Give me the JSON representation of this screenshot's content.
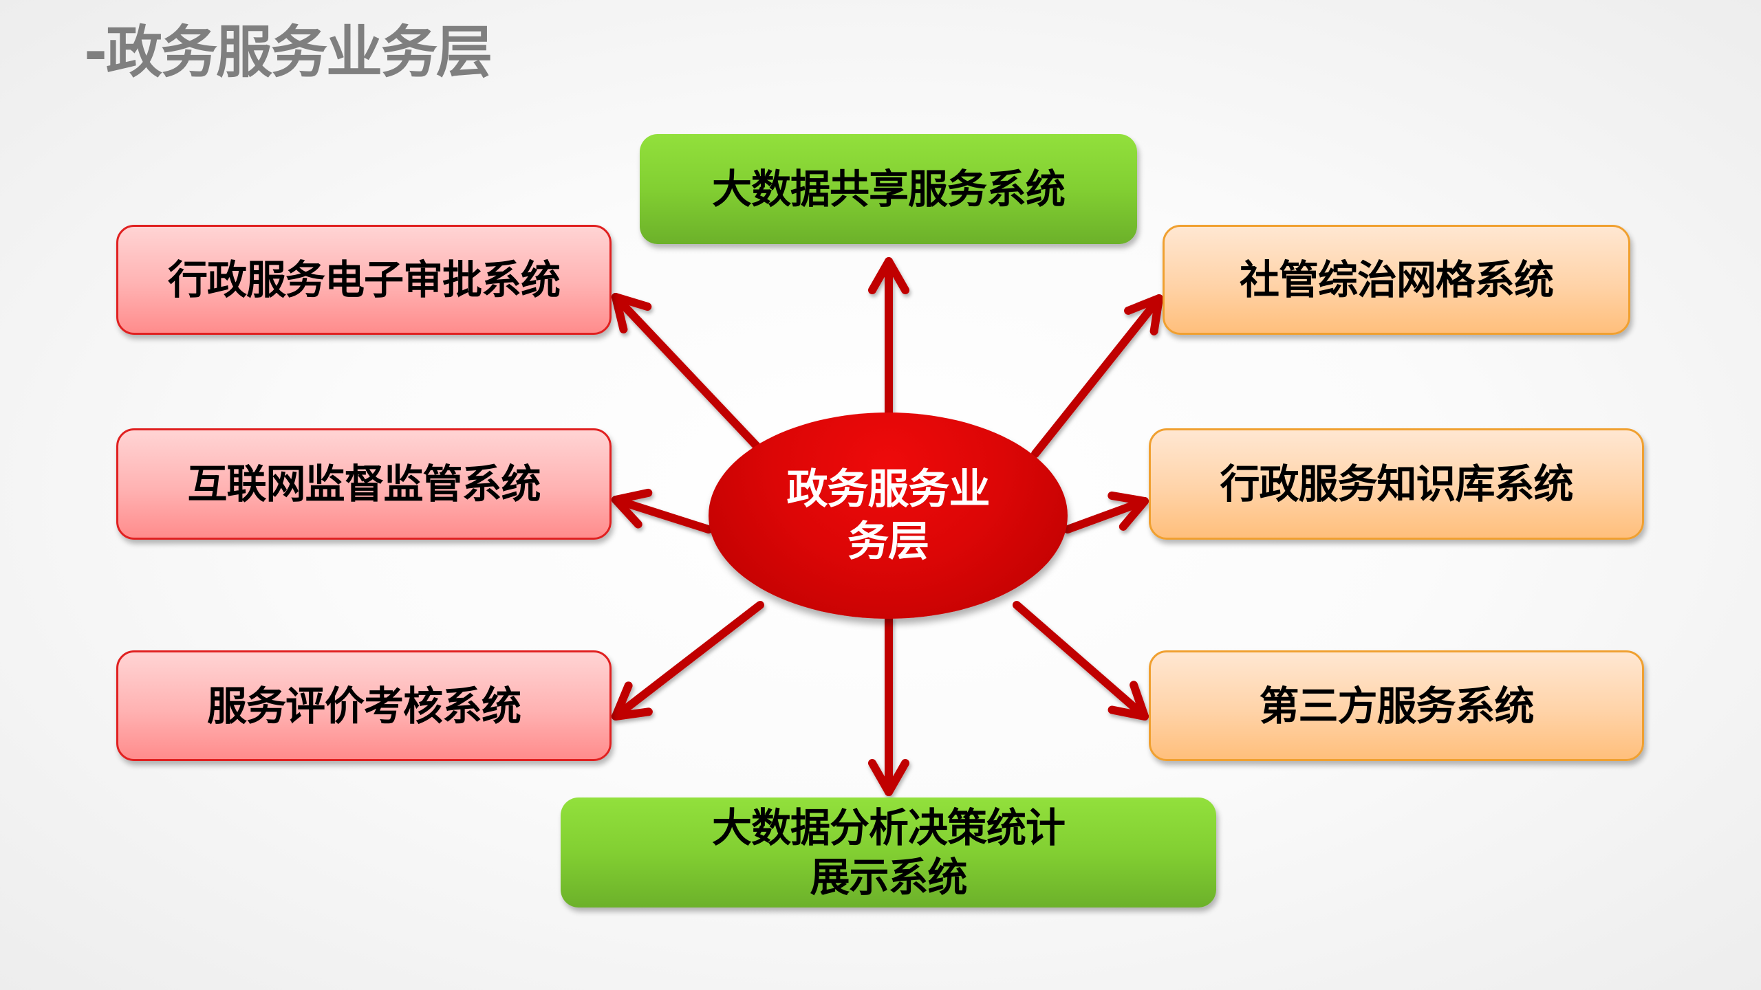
{
  "title": "-政务服务业务层",
  "center": {
    "line1": "政务服务业",
    "line2": "务层"
  },
  "top": {
    "label": "大数据共享服务系统"
  },
  "bottom": {
    "line1": "大数据分析决策统计",
    "line2": "展示系统"
  },
  "left": [
    {
      "label": "行政服务电子审批系统"
    },
    {
      "label": "互联网监督监管系统"
    },
    {
      "label": "服务评价考核系统"
    }
  ],
  "right": [
    {
      "label": "社管综治网格系统"
    },
    {
      "label": "行政服务知识库系统"
    },
    {
      "label": "第三方服务系统"
    }
  ],
  "colors": {
    "title": "#7f7f7f",
    "arrow": "#c00000",
    "center_fill": "#dc0606",
    "green_box": "#82cf32",
    "pink_box": "#ffb2b2",
    "pink_border": "#e02020",
    "orange_box": "#ffd3a8",
    "orange_border": "#f0a030"
  }
}
